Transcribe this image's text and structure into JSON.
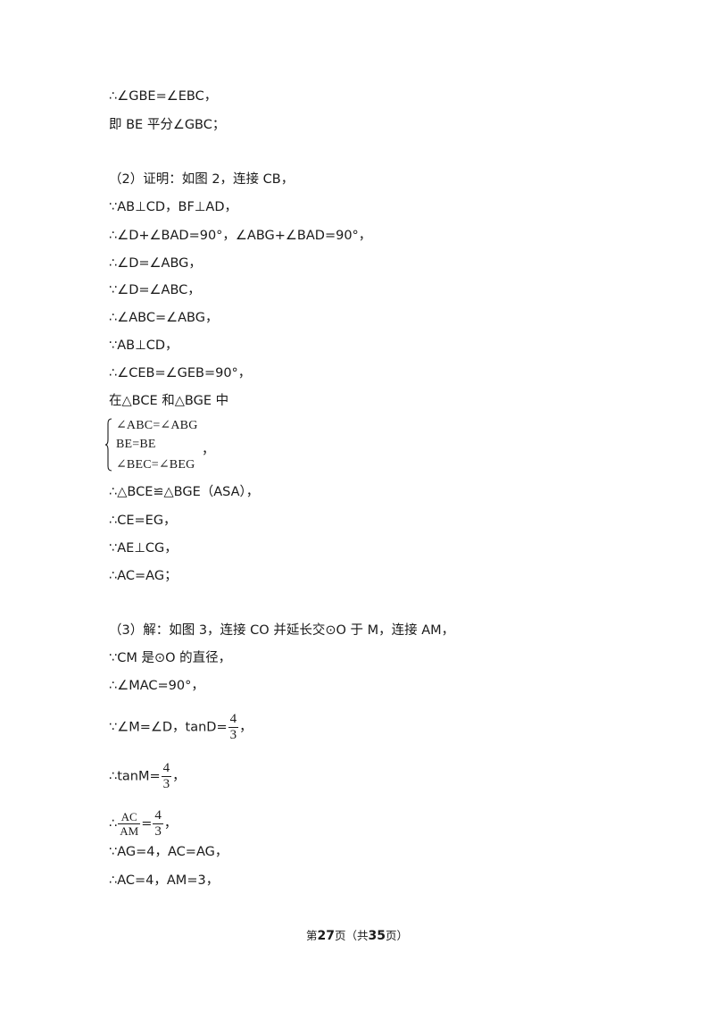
{
  "lines": {
    "l1": "∴∠GBE=∠EBC，",
    "l2": "即 BE 平分∠GBC；",
    "l3": "（2）证明：如图 2，连接 CB，",
    "l4": "∵AB⊥CD，BF⊥AD，",
    "l5": "∴∠D+∠BAD=90°，∠ABG+∠BAD=90°，",
    "l6": "∴∠D=∠ABG，",
    "l7": "∵∠D=∠ABC，",
    "l8": "∴∠ABC=∠ABG，",
    "l9": "∵AB⊥CD，",
    "l10": "∴∠CEB=∠GEB=90°，",
    "l11": "在△BCE 和△BGE 中",
    "l12": "∴△BCE≌△BGE（ASA），",
    "l13": "∴CE=EG，",
    "l14": "∵AE⊥CG，",
    "l15": "∴AC=AG；",
    "l16": "（3）解：如图 3，连接 CO 并延长交⊙O 于 M，连接 AM，",
    "l17": "∵CM 是⊙O 的直径，",
    "l18": "∴∠MAC=90°，",
    "l19_prefix": "∵∠M=∠D，tanD=",
    "l19_suffix": "，",
    "l20_prefix": "∴tanM=",
    "l20_suffix": "，",
    "l21_prefix": "∴",
    "l21_eq": "=",
    "l21_suffix": "，",
    "l22": "∵AG=4，AC=AG，",
    "l23": "∴AC=4，AM=3，"
  },
  "fractions": {
    "tanD": {
      "num": "4",
      "den": "3"
    },
    "tanM": {
      "num": "4",
      "den": "3"
    },
    "ratio_left": {
      "num": "AC",
      "den": "AM"
    },
    "ratio_right": {
      "num": "4",
      "den": "3"
    }
  },
  "system": {
    "row1": "∠ABC=∠ABG",
    "row2": "BE=BE",
    "row3": "∠BEC=∠BEG",
    "comma": "，"
  },
  "footer": {
    "pre": "第",
    "page": "27",
    "mid": "页（共",
    "total": "35",
    "post": "页）"
  }
}
